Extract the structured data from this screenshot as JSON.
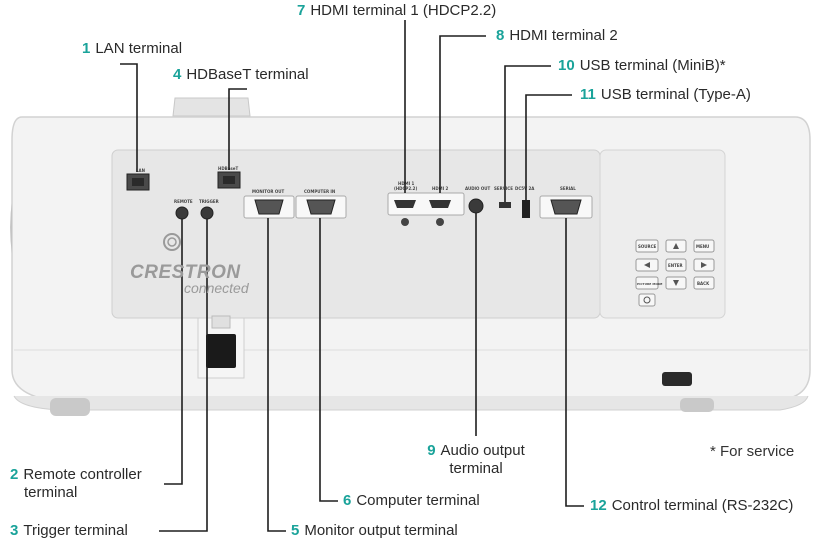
{
  "callouts": [
    {
      "num": "1",
      "text": "LAN terminal"
    },
    {
      "num": "2",
      "text": "Remote controller",
      "text2": "terminal"
    },
    {
      "num": "3",
      "text": "Trigger terminal"
    },
    {
      "num": "4",
      "text": "HDBaseT terminal"
    },
    {
      "num": "5",
      "text": "Monitor output terminal"
    },
    {
      "num": "6",
      "text": "Computer terminal"
    },
    {
      "num": "7",
      "text": "HDMI terminal 1 (HDCP2.2)"
    },
    {
      "num": "8",
      "text": "HDMI terminal 2"
    },
    {
      "num": "9",
      "text": "Audio output",
      "text2": "terminal"
    },
    {
      "num": "10",
      "text": "USB terminal (MiniB)*"
    },
    {
      "num": "11",
      "text": "USB terminal (Type-A)"
    },
    {
      "num": "12",
      "text": "Control terminal (RS-232C)"
    }
  ],
  "footnote": "* For service",
  "panel_labels": {
    "lan": "LAN",
    "hdbaset": "HDBaseT",
    "remote": "REMOTE",
    "trigger": "TRIGGER",
    "monitor_out": "MONITOR OUT",
    "computer_in": "COMPUTER IN",
    "hdmi1": "HDMI 1",
    "hdmi1_sub": "(HDCP2.2)",
    "hdmi2": "HDMI 2",
    "audio_out": "AUDIO OUT",
    "service": "SERVICE",
    "dc5v": "DC5V 2A",
    "serial": "SERIAL"
  },
  "keypad": {
    "source": "SOURCE",
    "menu": "MENU",
    "enter": "ENTER",
    "picture_mode": "PICTURE MODE",
    "back": "BACK"
  },
  "brand": {
    "name": "CRESTRON",
    "tagline": "connected"
  },
  "colors": {
    "accent": "#1aa39a",
    "leader": "#1e1e1e"
  }
}
